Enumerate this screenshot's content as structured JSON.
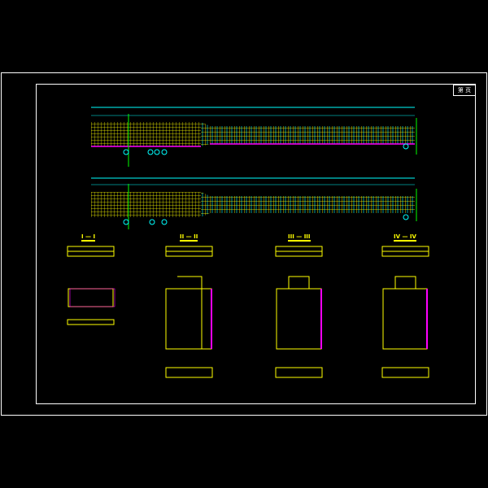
{
  "drawing": {
    "sheet_label": "第 页",
    "sections": [
      {
        "label": "I — I"
      },
      {
        "label": "II — II"
      },
      {
        "label": "III — III"
      },
      {
        "label": "IV — IV"
      }
    ],
    "colors": {
      "background": "#000000",
      "frame": "#ffffff",
      "dimension": "#00ffff",
      "rebar": "#ffff00",
      "outline": "#ff00ff",
      "axis": "#00ff00"
    }
  }
}
